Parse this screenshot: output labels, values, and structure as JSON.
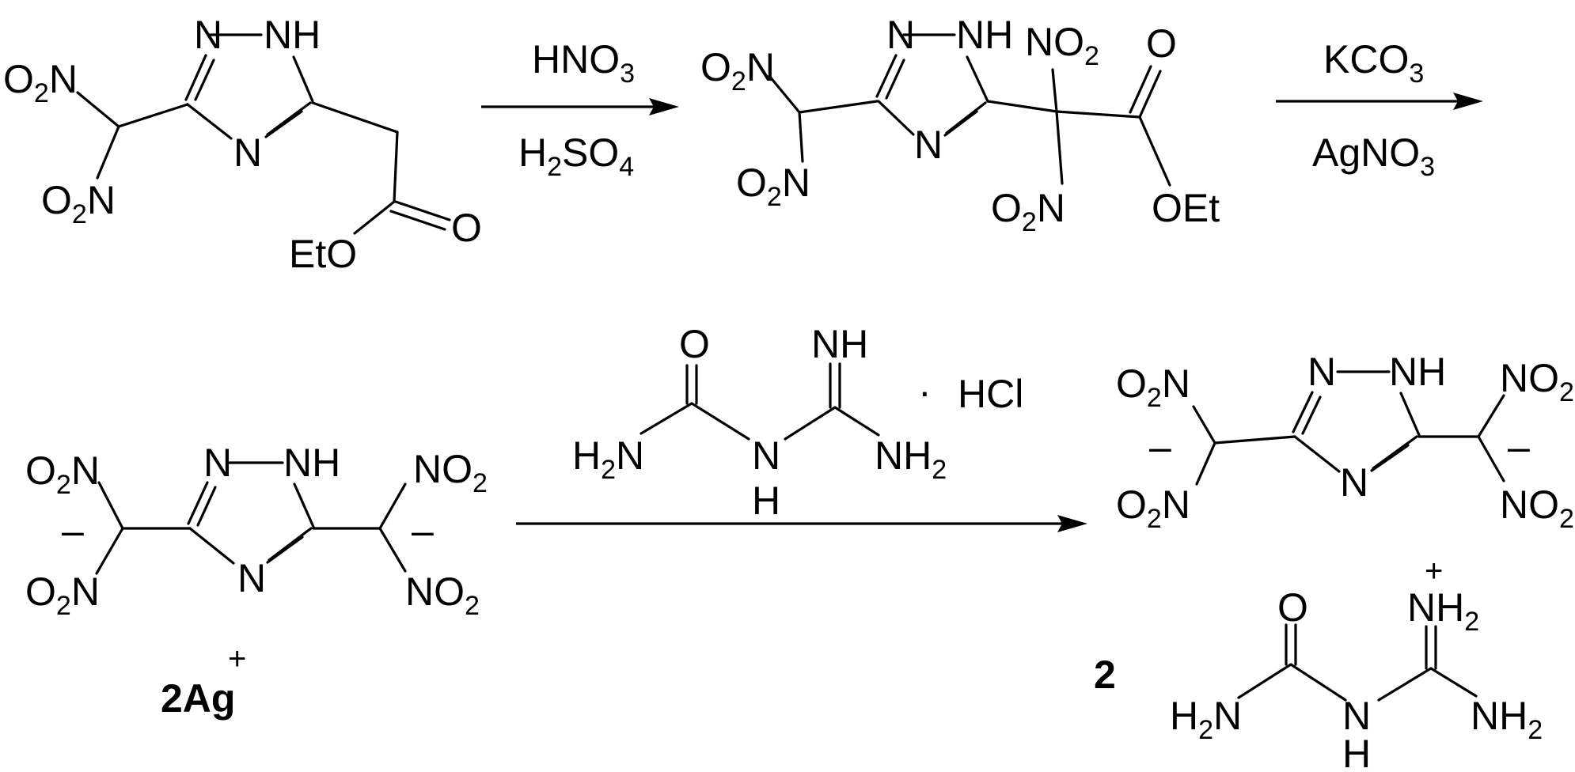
{
  "atoms": {
    "nh": "NH",
    "n": "N",
    "o": "O",
    "h": "H",
    "nh_plain": "NH",
    "no2_main": "NO",
    "no2_sub": "2",
    "o2n_o": "O",
    "o2n_sub": "2",
    "o2n_n": "N",
    "h2n_h": "H",
    "h2n_sub": "2",
    "h2n_n": "N",
    "nh2_nh": "NH",
    "nh2_sub": "2",
    "eto": "EtO",
    "oet": "OEt",
    "charge_minus": "–",
    "charge_plus": "+"
  },
  "reagents": {
    "step1_top_main": "HNO",
    "step1_top_sub": "3",
    "step1_bottom_h": "H",
    "step1_bottom_sub1": "2",
    "step1_bottom_so": "SO",
    "step1_bottom_sub2": "4",
    "step2_top_main": "KCO",
    "step2_top_sub": "3",
    "step2_bottom_main": "AgNO",
    "step2_bottom_sub": "3",
    "step3_dot": "·",
    "step3_hcl": "HCl"
  },
  "labels": {
    "silver": "2Ag",
    "silver_charge": "+",
    "compound": "2"
  }
}
